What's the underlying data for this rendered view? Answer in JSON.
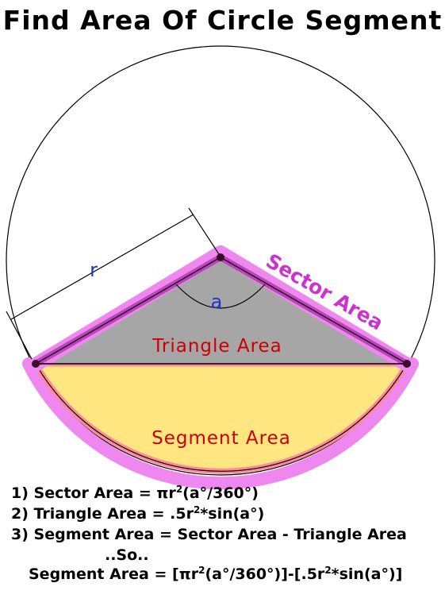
{
  "title": "Find Area Of Circle Segment",
  "labels": {
    "radius": "r",
    "angle": "a",
    "sector": "Sector Area",
    "triangle": "Triangle Area",
    "segment": "Segment Area"
  },
  "colors": {
    "sector_band": "#ee88ee",
    "sector_edge": "#bb44bb",
    "triangle_fill": "#a6a6a6",
    "segment_fill": "#ffe680",
    "segment_edge": "#ff8899",
    "label_red": "#cc0000",
    "label_blue": "#2233cc",
    "vertex": "#3a0a2a"
  },
  "formulas": {
    "line1": {
      "prefix": "1) Sector   Area = πr",
      "exp": "2",
      "suffix": "(a°/360°)"
    },
    "line2": {
      "prefix": "2) Triangle Area = .5r",
      "exp": "2",
      "suffix": "*sin(a°)"
    },
    "line3": "3) Segment  Area = Sector Area - Triangle Area",
    "so": "..So..",
    "final": {
      "prefix": "Segment  Area = [πr",
      "exp1": "2",
      "middle": "(a°/360°)]-[.5r",
      "exp2": "2",
      "suffix": "*sin(a°)]"
    }
  }
}
